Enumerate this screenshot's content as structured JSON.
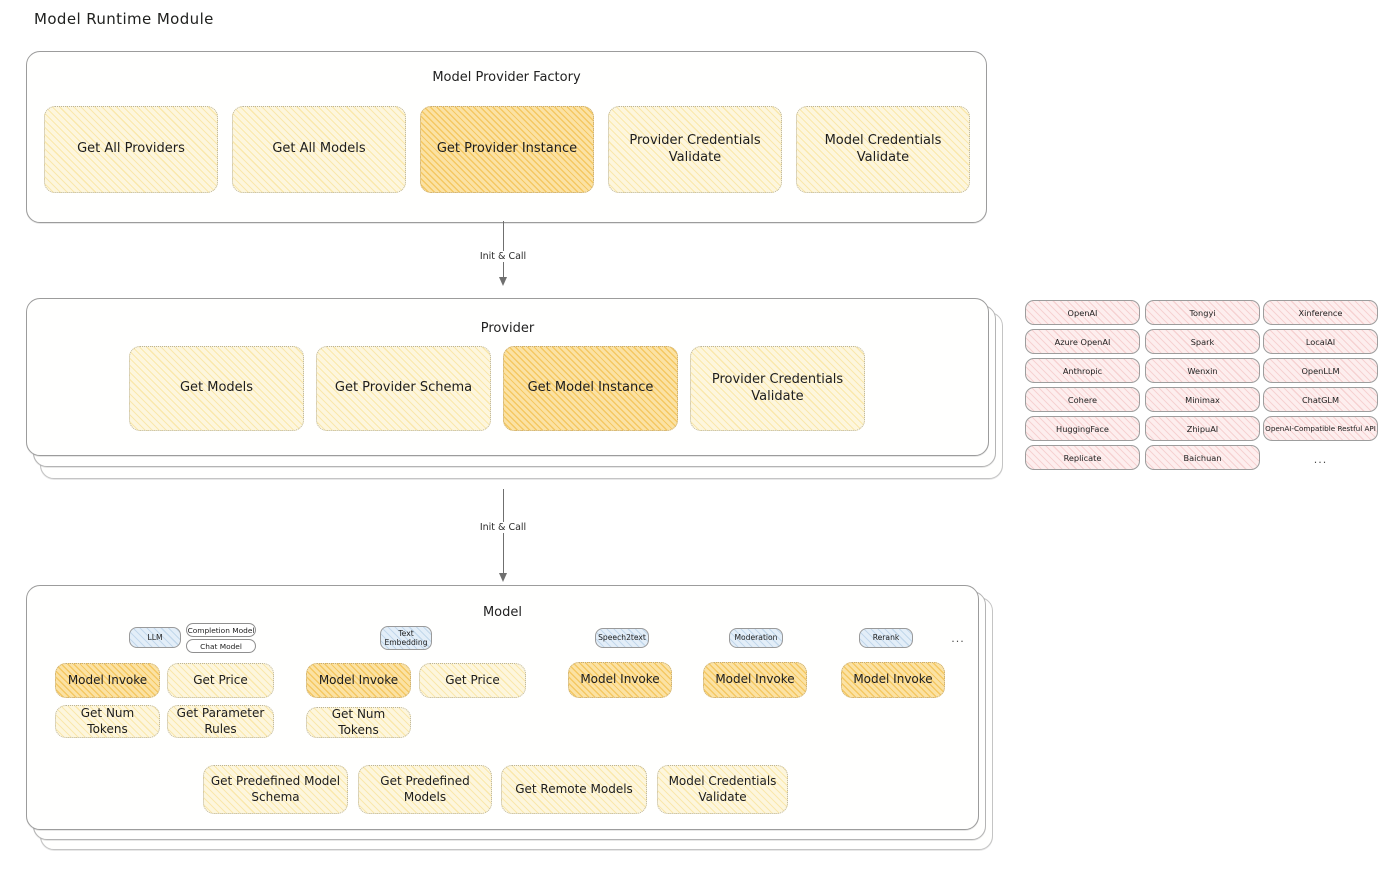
{
  "page": {
    "title": "Model Runtime Module"
  },
  "factory": {
    "title": "Model Provider Factory",
    "ops": [
      {
        "label": "Get All Providers",
        "highlight": false
      },
      {
        "label": "Get All Models",
        "highlight": false
      },
      {
        "label": "Get Provider Instance",
        "highlight": true
      },
      {
        "label": "Provider Credentials Validate",
        "highlight": false
      },
      {
        "label": "Model Credentials Validate",
        "highlight": false
      }
    ]
  },
  "connectors": [
    {
      "label": "Init & Call"
    },
    {
      "label": "Init & Call"
    }
  ],
  "provider": {
    "title": "Provider",
    "ops": [
      {
        "label": "Get Models",
        "highlight": false
      },
      {
        "label": "Get Provider Schema",
        "highlight": false
      },
      {
        "label": "Get Model Instance",
        "highlight": true
      },
      {
        "label": "Provider Credentials Validate",
        "highlight": false
      }
    ]
  },
  "provider_list": {
    "columns": [
      [
        "OpenAI",
        "Azure OpenAI",
        "Anthropic",
        "Cohere",
        "HuggingFace",
        "Replicate"
      ],
      [
        "Tongyi",
        "Spark",
        "Wenxin",
        "Minimax",
        "ZhipuAI",
        "Baichuan"
      ],
      [
        "Xinference",
        "LocalAI",
        "OpenLLM",
        "ChatGLM",
        "OpenAI-Compatible Restful API"
      ]
    ],
    "more": "..."
  },
  "model": {
    "title": "Model",
    "more": "...",
    "types": [
      {
        "name": "LLM",
        "sub": [
          "Completion Model",
          "Chat Model"
        ],
        "ops": [
          {
            "label": "Model Invoke",
            "highlight": true
          },
          {
            "label": "Get Price",
            "highlight": false
          },
          {
            "label": "Get Num Tokens",
            "highlight": false
          },
          {
            "label": "Get Parameter Rules",
            "highlight": false
          }
        ]
      },
      {
        "name": "Text Embedding",
        "sub": [],
        "ops": [
          {
            "label": "Model Invoke",
            "highlight": true
          },
          {
            "label": "Get Price",
            "highlight": false
          },
          {
            "label": "Get Num Tokens",
            "highlight": false
          }
        ]
      },
      {
        "name": "Speech2text",
        "sub": [],
        "ops": [
          {
            "label": "Model Invoke",
            "highlight": true
          }
        ]
      },
      {
        "name": "Moderation",
        "sub": [],
        "ops": [
          {
            "label": "Model Invoke",
            "highlight": true
          }
        ]
      },
      {
        "name": "Rerank",
        "sub": [],
        "ops": [
          {
            "label": "Model Invoke",
            "highlight": true
          }
        ]
      }
    ],
    "common_ops": [
      {
        "label": "Get Predefined Model Schema"
      },
      {
        "label": "Get Predefined Models"
      },
      {
        "label": "Get Remote Models"
      },
      {
        "label": "Model Credentials Validate"
      }
    ]
  },
  "colors": {
    "op_fill": "#fdf6dd",
    "op_highlight_fill": "#fbe2a4",
    "provider_chip_fill": "#fdeeee",
    "model_type_chip_fill": "#e3eef8",
    "panel_border": "#9c9c9c"
  }
}
